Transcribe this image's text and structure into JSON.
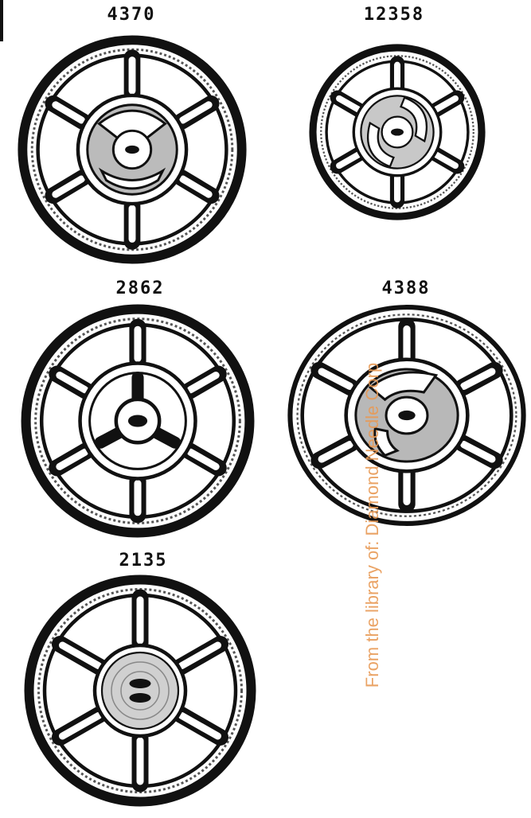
{
  "wheels": [
    {
      "label": "4370"
    },
    {
      "label": "12358"
    },
    {
      "label": "2862"
    },
    {
      "label": "4388"
    },
    {
      "label": "2135"
    }
  ],
  "watermark": {
    "text": "From the library of: Diamond Needle Corp"
  },
  "colors": {
    "ink": "#111111",
    "watermark": "#e89a55",
    "background": "#ffffff"
  }
}
